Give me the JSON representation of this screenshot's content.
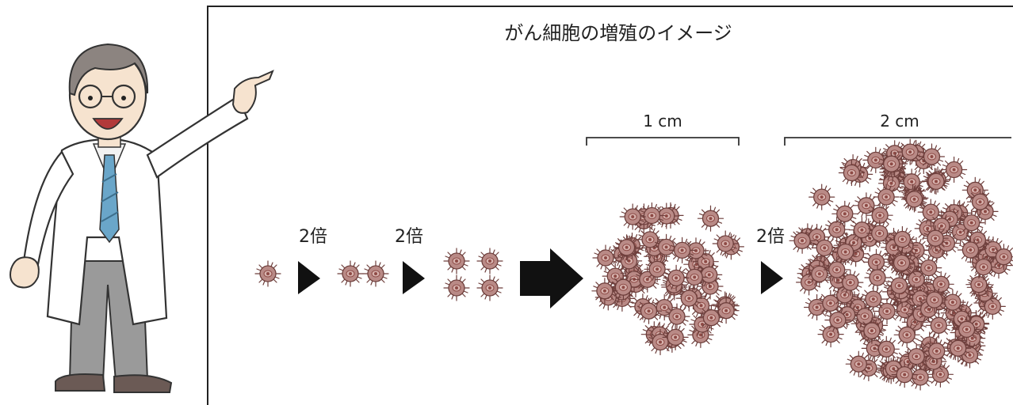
{
  "title": "がん細胞の増殖のイメージ",
  "doubling_label": "2倍",
  "size_labels": {
    "small": "1 cm",
    "large": "2 cm"
  },
  "stages": [
    {
      "id": "stage-1",
      "cell_count": 1
    },
    {
      "id": "stage-2",
      "cell_count": 2
    },
    {
      "id": "stage-3",
      "cell_count": 4
    },
    {
      "id": "stage-4",
      "cell_count": 60
    },
    {
      "id": "stage-5",
      "cell_count": 170
    }
  ],
  "colors": {
    "cell_fill": "#b98a86",
    "cell_outline": "#6e3f3c",
    "cell_nucleus": "#8d4a45",
    "doctor_coat": "#ffffff",
    "doctor_pants": "#9a9a9a",
    "doctor_tie": "#6aa6c9",
    "arrow": "#111111"
  },
  "icons": [
    "doctor-pointing-figure",
    "cancer-cell-icon",
    "arrow-right-icon",
    "big-arrow-right-icon"
  ]
}
